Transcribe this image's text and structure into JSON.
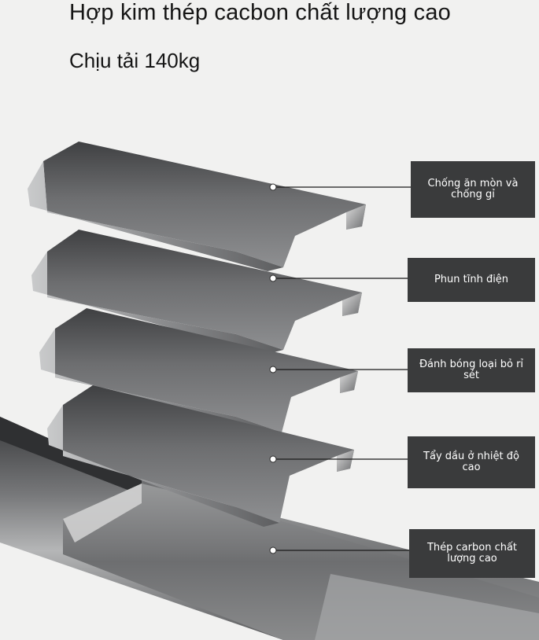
{
  "header": {
    "title": "Hợp kim thép cacbon chất lượng cao",
    "subtitle": "Chịu tải 140kg"
  },
  "layers": [
    {
      "label": "Chống ăn mòn và chống gỉ"
    },
    {
      "label": "Phun tĩnh điện"
    },
    {
      "label": "Đánh bóng loại bỏ rỉ sét"
    },
    {
      "label": "Tẩy dầu ở nhiệt độ cao"
    },
    {
      "label": "Thép carbon chất lượng cao"
    }
  ],
  "colors": {
    "background": "#f1f1f0",
    "label_box": "#3a3b3c",
    "label_text": "#ffffff",
    "metal_dark": "#4a4b4d",
    "metal_light": "#b9babb"
  }
}
